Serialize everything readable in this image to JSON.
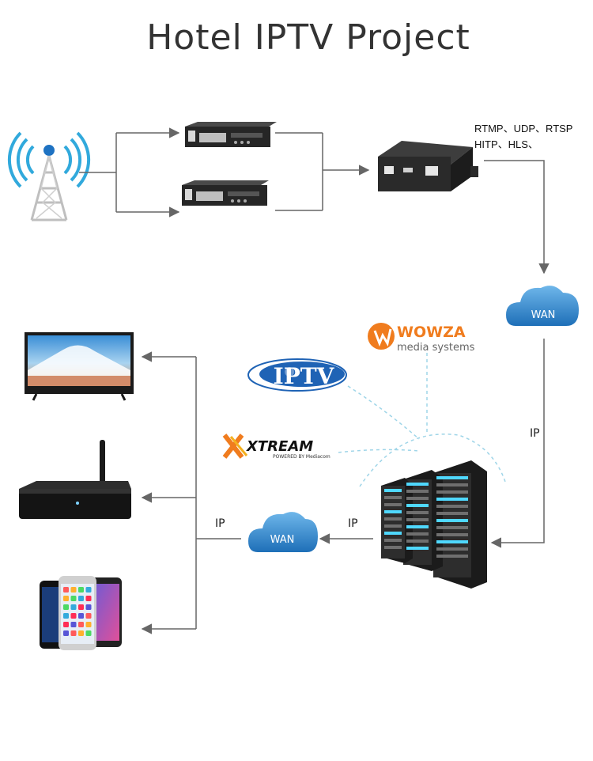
{
  "title": "Hotel IPTV Project",
  "protocols": {
    "line1": "RTMP、UDP、RTSP",
    "line2": "HITP、HLS、"
  },
  "labels": {
    "wan_top": "WAN",
    "wan_bottom": "WAN",
    "ip_right": "IP",
    "ip_bottom_right": "IP",
    "ip_bottom_left": "IP"
  },
  "logos": {
    "wowza_name": "WOWZA",
    "wowza_sub": "media systems",
    "iptv": "IPTV",
    "xtream": "XTREAM",
    "xtream_sub": "POWERED BY Mediacom"
  },
  "colors": {
    "cloud": "#2f86cf",
    "arrow": "#666666",
    "dashed": "#9fd5e8",
    "wowza_orange": "#f07c1e",
    "iptv_blue": "#1f63b5"
  }
}
